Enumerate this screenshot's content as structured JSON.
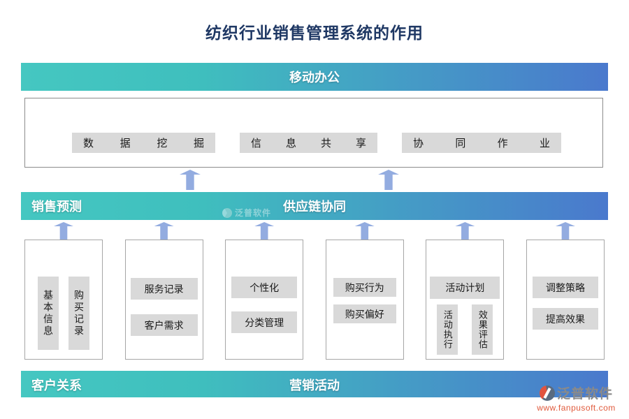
{
  "title": "纺织行业销售管理系统的作用",
  "banners": {
    "top": {
      "center": "移动办公"
    },
    "middle": {
      "left": "销售预测",
      "center": "供应链协同"
    },
    "bottom": {
      "left": "客户关系",
      "center": "营销活动"
    }
  },
  "top_box": {
    "labels": [
      "数据挖掘",
      "信息共享",
      "协同作业"
    ]
  },
  "columns": [
    {
      "items": [
        {
          "text": "基本信息"
        },
        {
          "text": "购买记录"
        }
      ]
    },
    {
      "items": [
        {
          "text": "服务记录"
        },
        {
          "text": "客户需求"
        }
      ]
    },
    {
      "items": [
        {
          "text": "个性化"
        },
        {
          "text": "分类管理"
        }
      ]
    },
    {
      "items": [
        {
          "text": "购买行为"
        },
        {
          "text": "购买偏好"
        }
      ]
    },
    {
      "items": [
        {
          "text": "活动计划"
        },
        {
          "text": "活动执行"
        },
        {
          "text": "效果评估"
        }
      ]
    },
    {
      "items": [
        {
          "text": "调整策略"
        },
        {
          "text": "提高效果"
        }
      ]
    }
  ],
  "watermark": {
    "text": "泛普软件"
  },
  "logo": {
    "name": "泛普软件",
    "url": "www.fanpusoft.com"
  },
  "colors": {
    "banner_gradient_start": "#45C7C1",
    "banner_gradient_end": "#4A79CD",
    "arrow": "#93ACE0",
    "label_bg": "#D9D9D9",
    "title_text": "#1F3864",
    "logo_accent": "#E2543F"
  }
}
